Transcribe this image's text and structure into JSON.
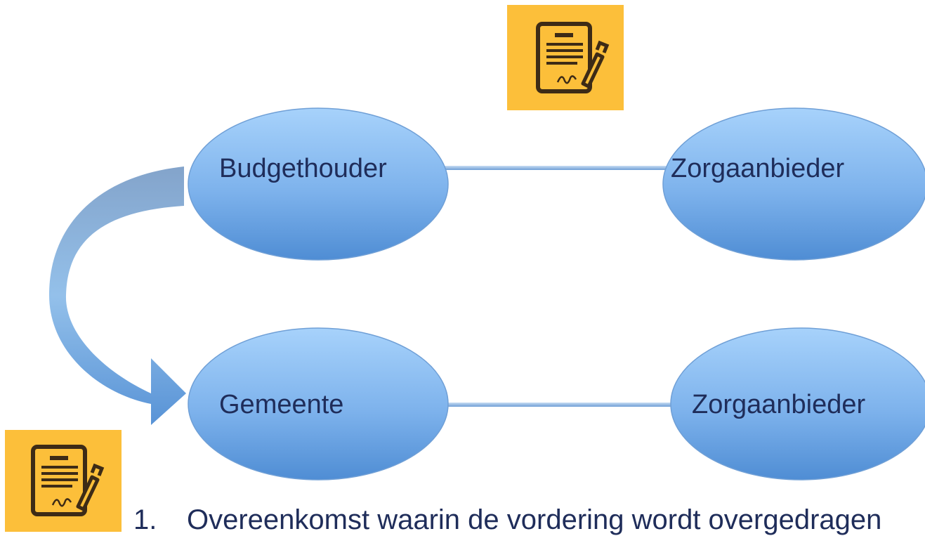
{
  "diagram": {
    "nodes": {
      "budgethouder": "Budgethouder",
      "zorgaanbieder_top": "Zorgaanbieder",
      "gemeente": "Gemeente",
      "zorgaanbieder_bottom": "Zorgaanbieder"
    },
    "colors": {
      "ellipse_top": "#9cc9f6",
      "ellipse_bottom": "#5a97d8",
      "ellipse_stroke": "#6f9fd6",
      "connector": "#7aa4d6",
      "curved_arrow": "#5d8fce",
      "contract_tile": "#fcbf3a",
      "contract_ink": "#3d2b16",
      "text": "#1f2d5a"
    },
    "icons": [
      "contract-signature-icon",
      "contract-signature-icon"
    ]
  },
  "caption": {
    "number": "1.",
    "text": "Overeenkomst waarin de vordering wordt overgedragen"
  }
}
